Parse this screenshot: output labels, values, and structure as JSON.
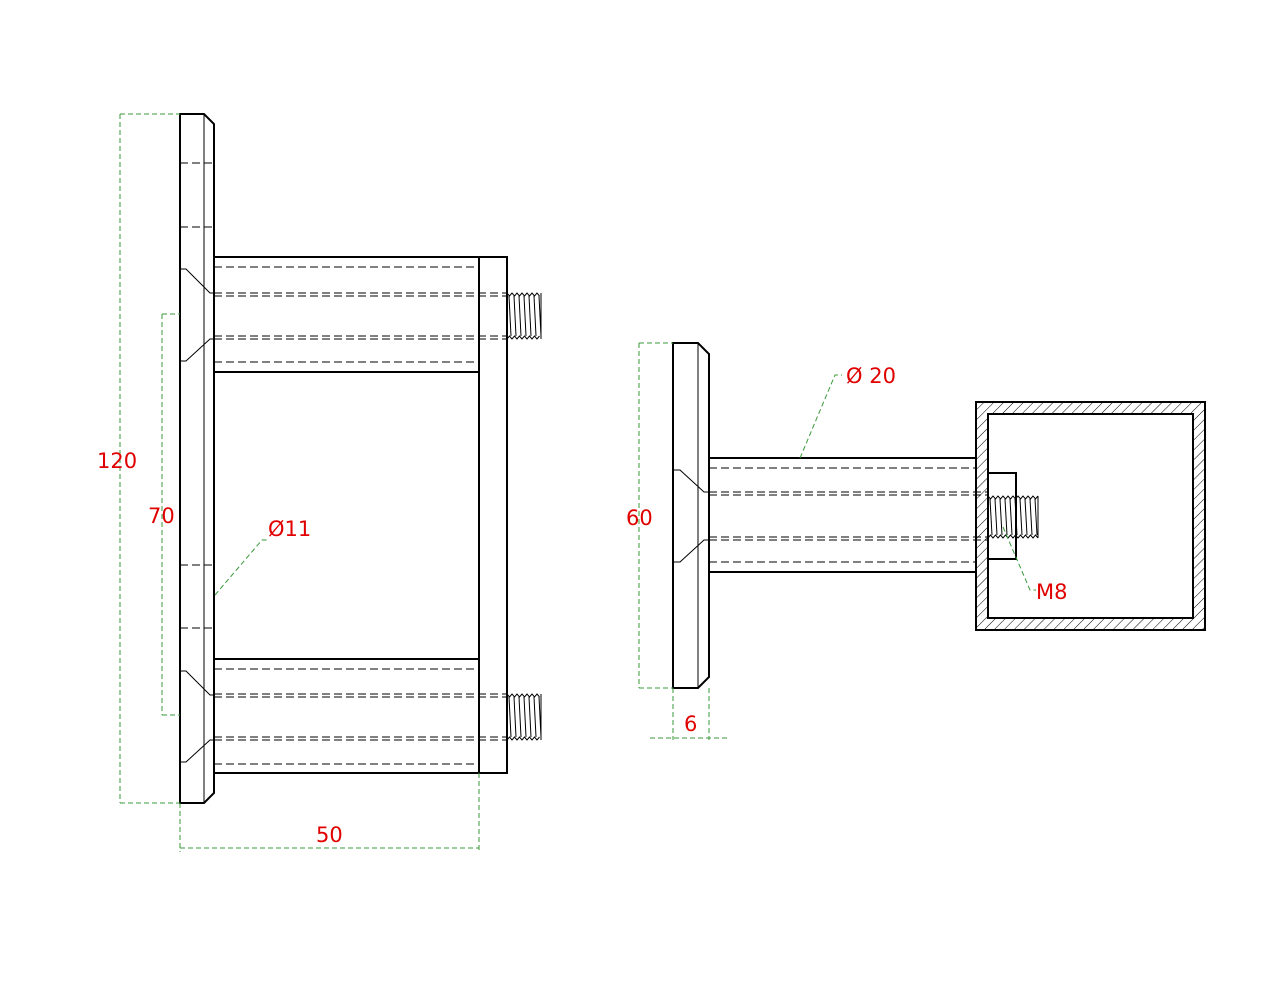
{
  "drawing": {
    "left_view": {
      "dim_height": "120",
      "dim_hole_spacing": "70",
      "dim_hole_diameter": "Ø11",
      "dim_length": "50"
    },
    "right_view": {
      "dim_plate_diameter": "60",
      "dim_plate_thickness": "6",
      "dim_tube_diameter": "Ø 20",
      "dim_thread": "M8"
    },
    "colors": {
      "dimension_text": "#e00000",
      "dimension_line": "#3a9a3a",
      "outline": "#000000"
    }
  }
}
